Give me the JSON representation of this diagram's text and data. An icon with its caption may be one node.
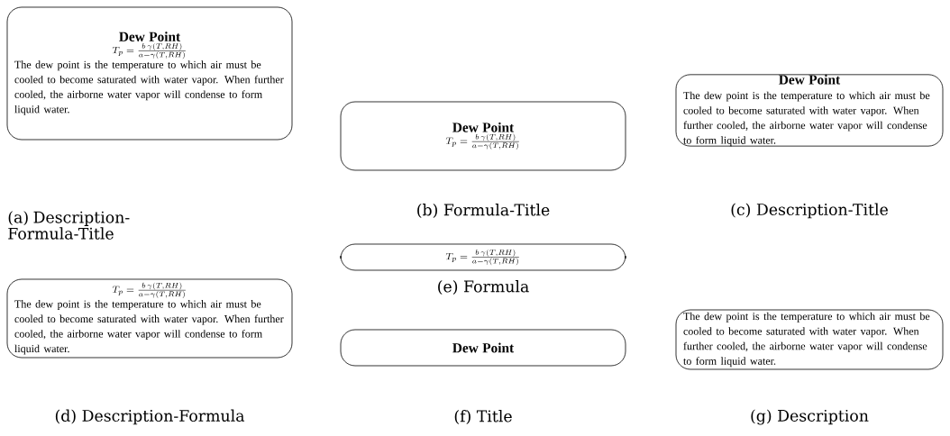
{
  "diagram": {
    "nodes": [
      {
        "text": [
          "Dew Point",
          "T_p = \\frac{b\\,\\gamma(T,RH)}{a-\\gamma(T,RH)}",
          "The dew point is the temperature to which air must be cooled to become saturated with water vapor. When further cooled, the airborne water vapor will condense to form liquid water."
        ]
      },
      {
        "text": [
          "Dew Point",
          "T_p = \\frac{b\\,\\gamma(T,RH)}{a-\\gamma(T,RH)}"
        ]
      },
      {
        "text": [
          "Dew Point",
          "The dew point is the temperature to which air must be cooled to become saturated with water vapor. When further cooled, the airborne water vapor will condense to form liquid water."
        ]
      },
      {
        "text": [
          "T_p = \\frac{b\\,\\gamma(T,RH)}{a-\\gamma(T,RH)}",
          "The dew point is the temperature to which air must be cooled to become saturated with water vapor. When further cooled, the airborne water vapor will condense to form liquid water."
        ]
      },
      {
        "text": [
          "T_p = \\frac{b\\,\\gamma(T,RH)}{a-\\gamma(T,RH)}"
        ]
      },
      {
        "text": [
          "Dew Point"
        ]
      },
      {
        "text": [
          "The dew point is the temperature to which air must be cooled to become saturated with water vapor. When further cooled, the airborne water vapor will condense to form liquid water."
        ]
      }
    ],
    "labels": [
      "(a) Description-Formula-Title",
      "(b) Formula-Title",
      "(c) Description-Title",
      "(e) Formula",
      "(d) Description-Formula",
      "(f) Title",
      "(g) Description"
    ]
  }
}
